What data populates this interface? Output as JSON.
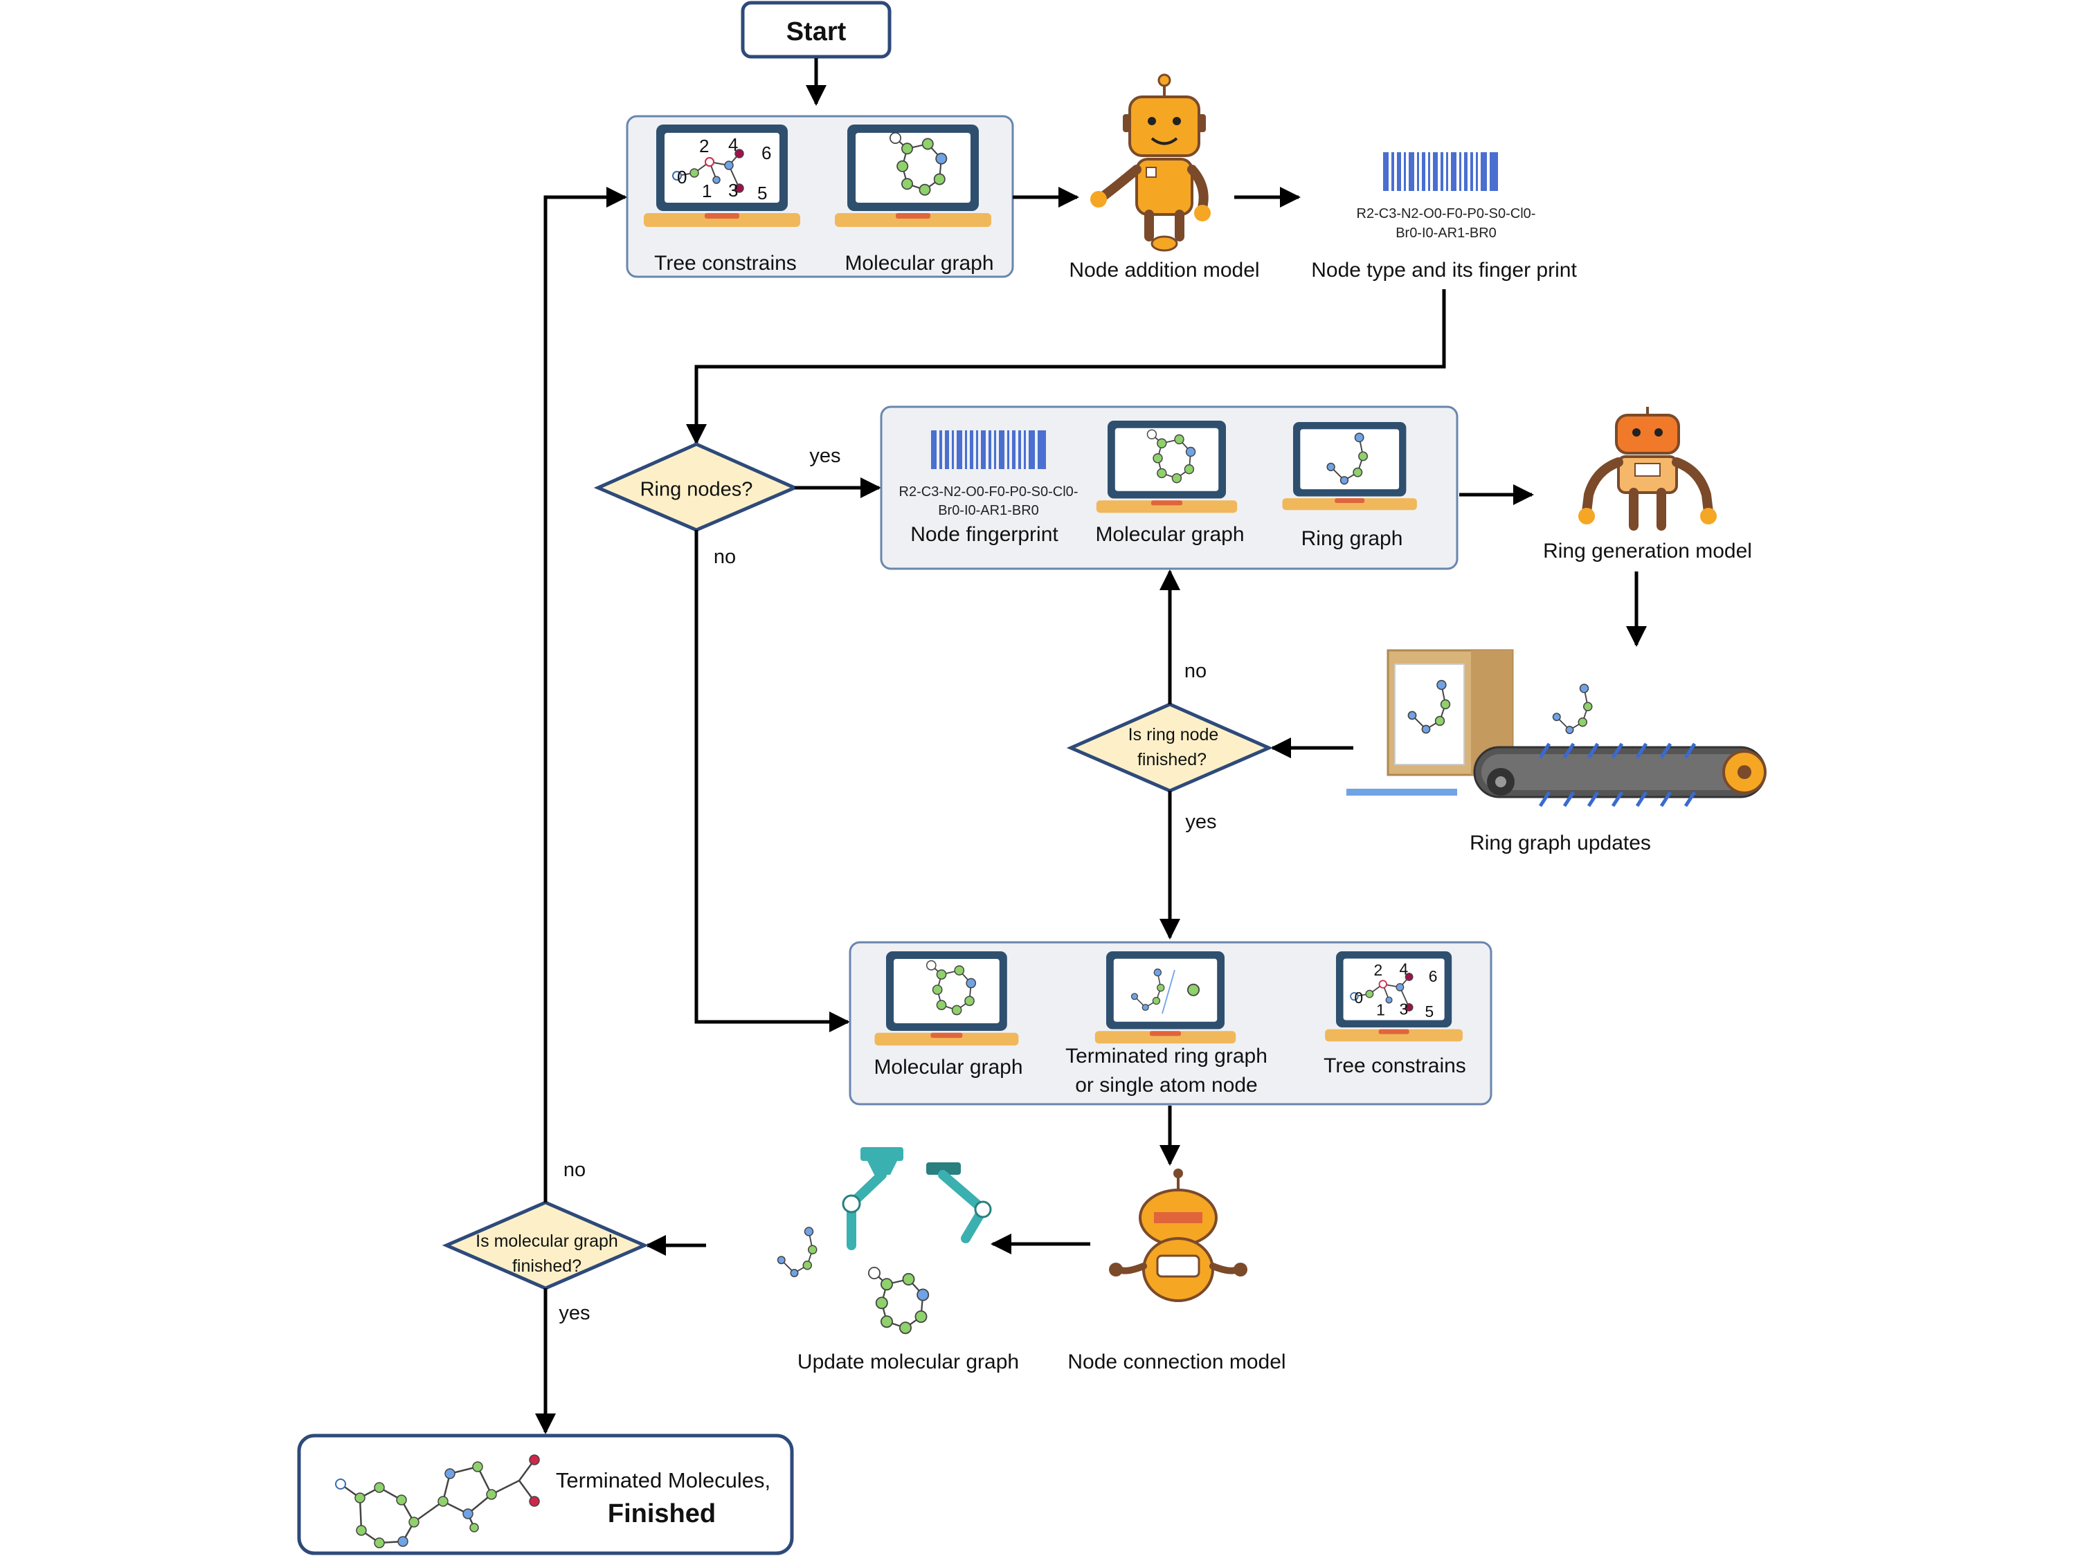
{
  "start": {
    "label": "Start"
  },
  "box1": {
    "tree_label": "Tree constrains",
    "mol_label": "Molecular graph",
    "tree_digits": [
      "0",
      "1",
      "2",
      "3",
      "4",
      "5",
      "6"
    ]
  },
  "node_addition": {
    "label": "Node addition model"
  },
  "fingerprint_top": {
    "line1": "R2-C3-N2-O0-F0-P0-S0-Cl0-",
    "line2": "Br0-I0-AR1-BR0",
    "label": "Node type and its finger print"
  },
  "ring_decision": {
    "label": "Ring nodes?",
    "yes": "yes",
    "no": "no"
  },
  "box2": {
    "fp_line1": "R2-C3-N2-O0-F0-P0-S0-Cl0-",
    "fp_line2": "Br0-I0-AR1-BR0",
    "fp_label": "Node fingerprint",
    "mol_label": "Molecular graph",
    "ring_label": "Ring graph"
  },
  "ring_generation": {
    "label": "Ring generation model"
  },
  "ring_updates": {
    "label": "Ring graph updates"
  },
  "ring_finished": {
    "line1": "Is ring node",
    "line2": "finished?",
    "yes": "yes",
    "no": "no"
  },
  "box3": {
    "mol_label": "Molecular graph",
    "term_line1": "Terminated ring graph",
    "term_line2": "or single atom node",
    "tree_label": "Tree constrains"
  },
  "node_connection": {
    "label": "Node connection model"
  },
  "update_mol": {
    "label": "Update molecular graph"
  },
  "mol_finished": {
    "line1": "Is molecular graph",
    "line2": "finished?",
    "yes": "yes",
    "no": "no"
  },
  "final": {
    "line1": "Terminated Molecules,",
    "line2": "Finished"
  },
  "colors": {
    "diamond_fill": "#fdf0c8",
    "diamond_stroke": "#2e4a7a",
    "box_fill": "#eef0f4",
    "box_stroke": "#6a86ad",
    "screen_frame": "#2f4f6f",
    "laptop_base": "#f0b85a",
    "barcode": "#4a6fd0",
    "node_green": "#8fd16a",
    "node_blue": "#6fa3e6",
    "robot_orange": "#f5a623",
    "robot_brown": "#7a4a2a"
  }
}
